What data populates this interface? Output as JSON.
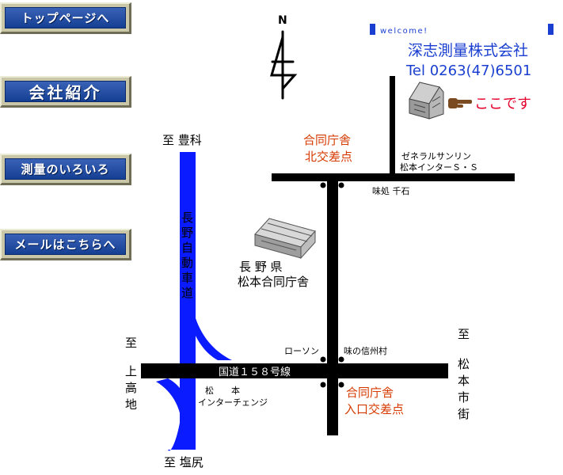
{
  "nav": {
    "top": "トップページへ",
    "about": "会社紹介",
    "survey": "測量のいろいろ",
    "mail": "メールはこちらへ"
  },
  "header": {
    "welcome": "welcome!",
    "company": "深志測量株式会社",
    "tel": "Tel 0263(47)6501"
  },
  "map": {
    "compass_n": "N",
    "here": "ここです",
    "to_toyoshina": "至 豊科",
    "to_shiojiri": "至 塩尻",
    "highway_chars": [
      "長",
      "野",
      "自",
      "動",
      "車",
      "道"
    ],
    "to_kamikochi_chars": [
      "至",
      "上",
      "高",
      "地"
    ],
    "to_city_chars": [
      "至",
      "松",
      "本",
      "市",
      "街"
    ],
    "north_intersection_l1": "合同庁舎",
    "north_intersection_l2": "北交差点",
    "entrance_intersection_l1": "合同庁舎",
    "entrance_intersection_l2": "入口交差点",
    "hotel_l1": "ゼネラルサンリン",
    "hotel_l2": "松本インターＳ・Ｓ",
    "restaurant": "味処 千石",
    "building_l1": "長 野 県",
    "building_l2": "松本合同庁舎",
    "lawson": "ローソン",
    "ajino_shinshu": "味の信州村",
    "route_158": "国道１５８号線",
    "ic_l1": "松　　本",
    "ic_l2": "インターチェンジ"
  },
  "colors": {
    "nav_face": "#2a52a8",
    "company": "#1a3fd0",
    "here": "#e4002b",
    "intersection": "#d63a00",
    "highway": "#0a1cff",
    "road": "#000000"
  }
}
